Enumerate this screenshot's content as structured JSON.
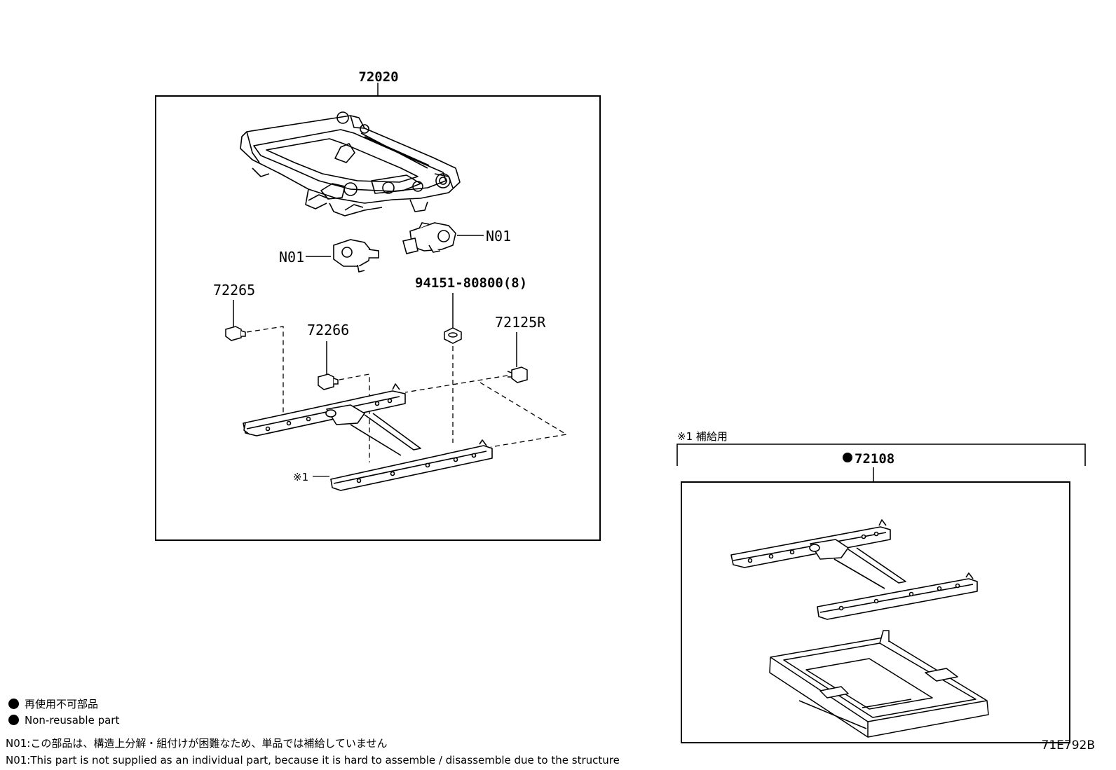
{
  "callouts": {
    "assembly": "72020",
    "motor_right": "N01",
    "motor_left": "N01",
    "cover_left": "72265",
    "cover_center": "72266",
    "nut": "94151-80800(8)",
    "cover_right": "72125R",
    "rail_marker": "※1"
  },
  "supply_group": {
    "heading": "※1 補給用",
    "part_number": "72108"
  },
  "notes": {
    "nonreusable_jp": "再使用不可部品",
    "nonreusable_en": "Non-reusable part",
    "n01_jp": "N01:この部品は、構造上分解・組付けが困難なため、単品では補給していません",
    "n01_en": "N01:This part is not supplied as an individual part, because it is hard to assemble / disassemble due to the structure"
  },
  "diagram_code": "71E792B",
  "icons": [
    "bullet-dot-icon"
  ],
  "colors": {
    "ink": "#000000",
    "background": "#ffffff"
  }
}
